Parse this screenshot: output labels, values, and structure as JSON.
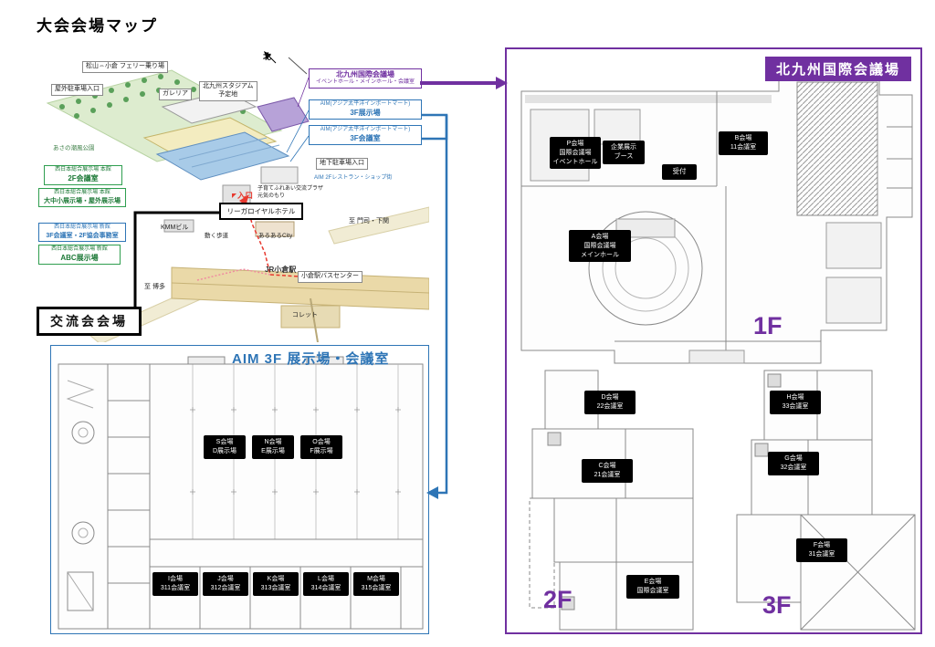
{
  "page": {
    "title": "大会会場マップ"
  },
  "overview": {
    "compass": "北",
    "ferry": "松山⇔小倉 フェリー乗り場",
    "outdoor_parking": "屋外駐車場入口",
    "galleria": "ガレリア",
    "stadium": "北九州スタジアム\n予定地",
    "kokusai_box": {
      "name": "北九州国際会議場",
      "desc": "イベントホール・メインホール・会議室"
    },
    "aim_exhibit_box": {
      "name": "AIM(アジア太平洋インポートマート)",
      "desc": "3F展示場"
    },
    "aim_meeting_box": {
      "name": "AIM(アジア太平洋インポートマート)",
      "desc": "3F会議室"
    },
    "underground_parking": "地下駐車場入口",
    "aim_2f": "AIM 2Fレストラン・ショップ街",
    "asano_park": "あさの潮風公園",
    "honkan_meeting_box": {
      "name": "西日本総合展示場 本館",
      "desc": "2F会議室"
    },
    "honkan_exhibit_box": {
      "name": "西日本総合展示場 本館",
      "desc": "大中小展示場・屋外展示場"
    },
    "shinkan_meeting_box": {
      "name": "西日本総合展示場 新館",
      "desc": "3F会議室・2F協会事務室"
    },
    "shinkan_exhibit_box": {
      "name": "西日本総合展示場 新館",
      "desc": "ABC展示場"
    },
    "kosodate_plaza": "子育てふれあい交流プラザ\n元気のもり",
    "entrance": "入口",
    "rihga_hotel": "リーガロイヤルホテル",
    "kmm_building": "KMMビル",
    "moving_walkway": "動く歩道",
    "aruaru_city": "あるあるCity",
    "to_moji_shimonoseki": "至 門司・下関",
    "jr_kokura_station": "JR小倉駅",
    "bus_center": "小倉駅バスセンター",
    "to_hakata": "至 博多",
    "colette": "コレット",
    "exchange_venue": "交流会会場"
  },
  "aim_panel": {
    "title": "AIM 3F 展示場・会議室",
    "rooms": {
      "s": "S会場\nD展示場",
      "n": "N会場\nE展示場",
      "o": "O会場\nF展示場",
      "i": "I会場\n311会議室",
      "j": "J会場\n312会議室",
      "k": "K会場\n313会議室",
      "l": "L会場\n314会議室",
      "m": "M会場\n315会議室"
    }
  },
  "kokusai_panel": {
    "title": "北九州国際会議場",
    "floor1": {
      "label": "1F",
      "p_room": "P会場\n国際会議場\nイベントホール",
      "booth": "企業展示\nブース",
      "reception": "受付",
      "b_room": "B会場\n11会議室",
      "a_room": "A会場\n国際会議場\nメインホール"
    },
    "floor2": {
      "label": "2F",
      "d_room": "D会場\n22会議室",
      "c_room": "C会場\n21会議室",
      "e_room": "E会場\n国際会議室"
    },
    "floor3": {
      "label": "3F",
      "h_room": "H会場\n33会議室",
      "g_room": "G会場\n32会議室",
      "f_room": "F会場\n31会議室"
    }
  }
}
